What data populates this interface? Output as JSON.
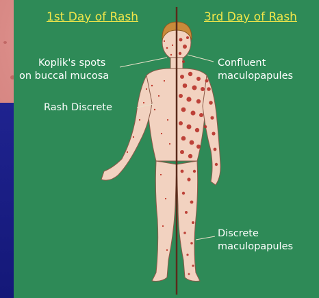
{
  "titles": {
    "left": "1st Day of Rash",
    "right": "3rd Day of Rash"
  },
  "labels": {
    "kopliks_line1": "Koplik's spots",
    "kopliks_line2": "on buccal mucosa",
    "rash_discrete": "Rash Discrete",
    "confluent_line1": "Confluent",
    "confluent_line2": "maculopapules",
    "discrete_line1": "Discrete",
    "discrete_line2": "maculopapules"
  },
  "colors": {
    "panel": "#2e8a57",
    "title": "#f1e64a",
    "label": "#ffffff",
    "skin": "#f2d2c0",
    "rash": "#c0392b",
    "divider": "#5a2a1a",
    "hair": "#c98a3a"
  }
}
